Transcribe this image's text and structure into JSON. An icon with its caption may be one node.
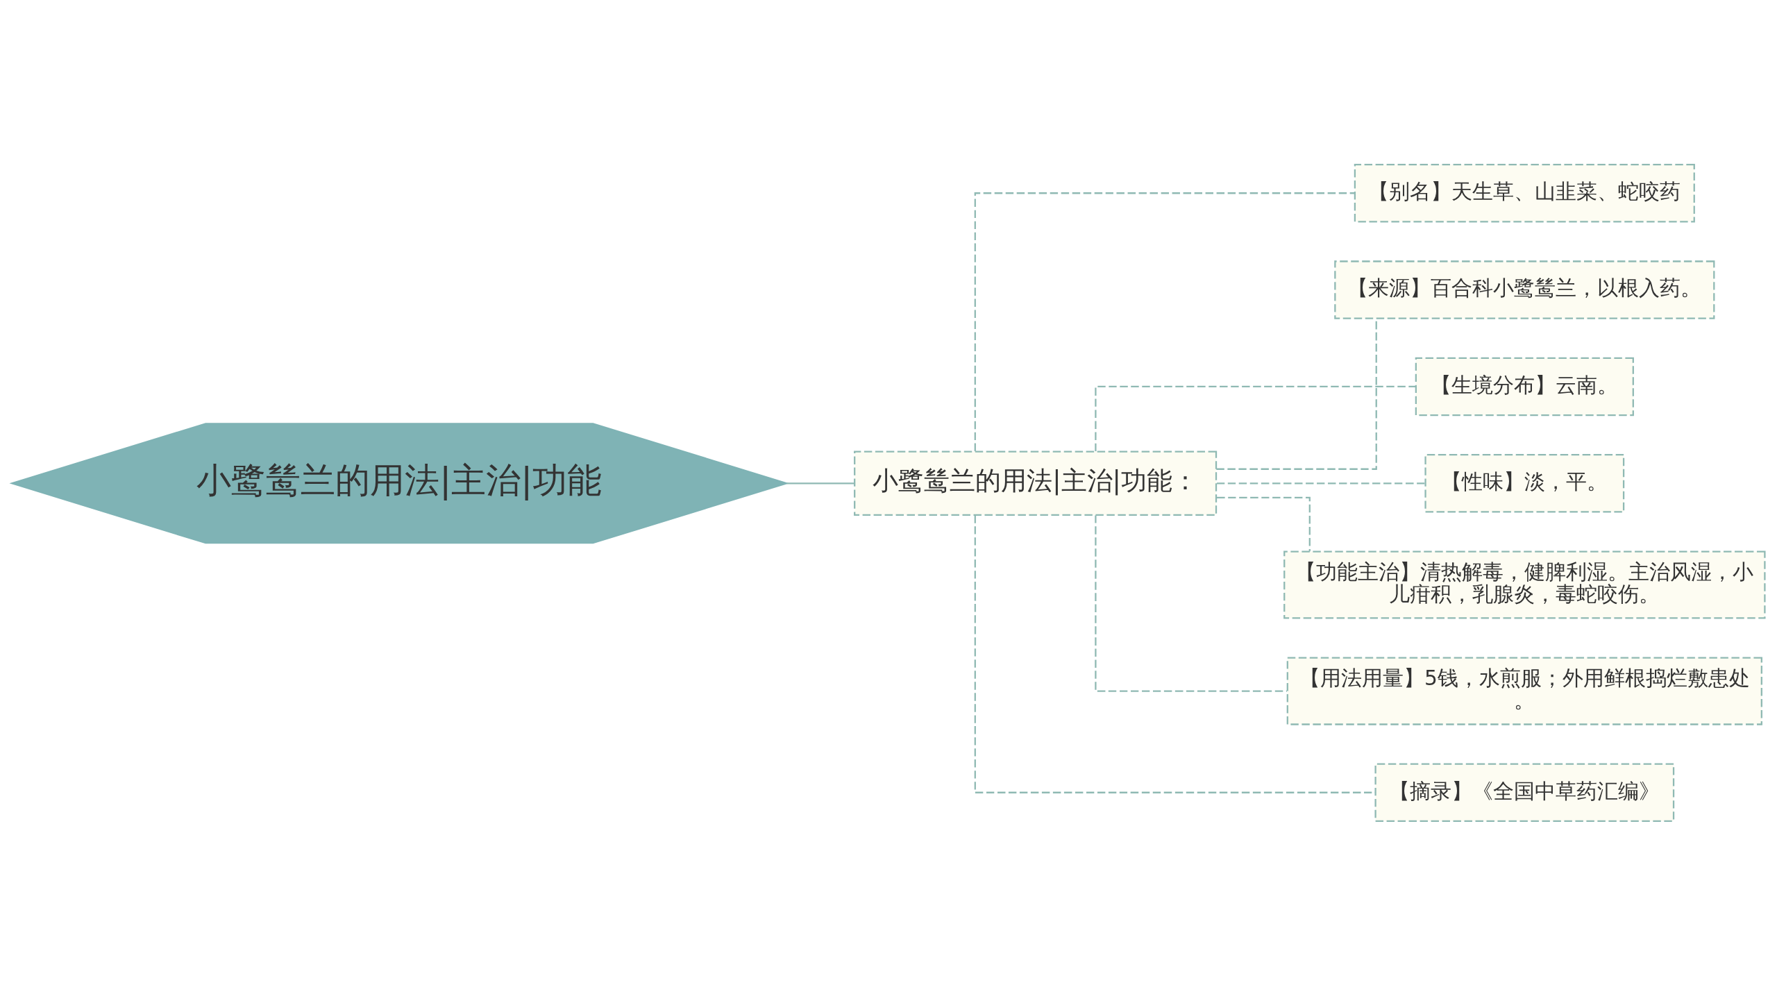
{
  "diagram": {
    "nodes": [
      {
        "text": [
          "小鹭鸶兰的用法|主治|功能"
        ]
      },
      {
        "text": [
          "小鹭鸶兰的用法|主治|功能："
        ]
      },
      {
        "text": [
          "【别名】天生草、山韭菜、蛇咬药"
        ]
      },
      {
        "text": [
          "【来源】百合科小鹭鸶兰，以根入药。"
        ]
      },
      {
        "text": [
          "【生境分布】云南。"
        ]
      },
      {
        "text": [
          "【性味】淡，平。"
        ]
      },
      {
        "text": [
          "【功能主治】清热解毒，健脾利湿。主治风湿，小儿疳积，乳腺炎，毒蛇咬伤。"
        ]
      },
      {
        "text": [
          "【用法用量】5钱，水煎服；外用鲜根捣烂敷患处。"
        ]
      },
      {
        "text": [
          "【摘录】《全国中草药汇编》"
        ]
      }
    ],
    "edges": [
      {
        "from": 0,
        "to": 1,
        "arrow": "none"
      },
      {
        "from": 1,
        "to": 2,
        "arrow": "none",
        "style": "dashed"
      },
      {
        "from": 1,
        "to": 3,
        "arrow": "none",
        "style": "dashed"
      },
      {
        "from": 1,
        "to": 4,
        "arrow": "none",
        "style": "dashed"
      },
      {
        "from": 1,
        "to": 5,
        "arrow": "none",
        "style": "dashed"
      },
      {
        "from": 1,
        "to": 6,
        "arrow": "none",
        "style": "dashed"
      },
      {
        "from": 1,
        "to": 7,
        "arrow": "none",
        "style": "dashed"
      },
      {
        "from": 1,
        "to": 8,
        "arrow": "none",
        "style": "dashed"
      }
    ]
  }
}
